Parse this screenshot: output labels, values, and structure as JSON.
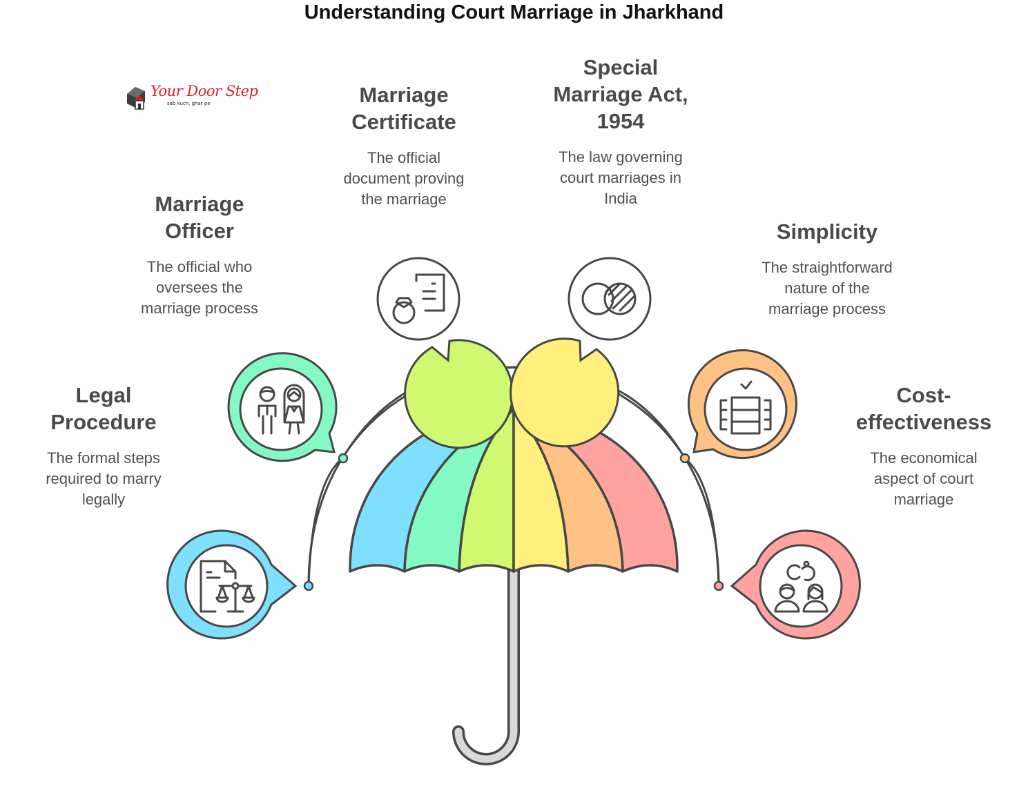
{
  "title": "Understanding Court Marriage in Jharkhand",
  "logo": {
    "brand": "Your Door Step",
    "tagline": "sab kuch, ghar pe"
  },
  "colors": {
    "outline": "#474747",
    "blue": "#7ee0fd",
    "green": "#84f9c3",
    "lime": "#d0f870",
    "yellow": "#fff07d",
    "orange": "#ffc285",
    "red": "#ffa3a1",
    "handle": "#d9d9d9"
  },
  "items": [
    {
      "id": "legal-procedure",
      "heading": "Legal\nProcedure",
      "description": "The formal steps\nrequired to marry\nlegally",
      "icon": "document-scales-icon",
      "color": "#7ee0fd"
    },
    {
      "id": "marriage-officer",
      "heading": "Marriage\nOfficer",
      "description": "The official who\noversees the\nmarriage process",
      "icon": "bride-groom-icon",
      "color": "#84f9c3"
    },
    {
      "id": "marriage-certificate",
      "heading": "Marriage\nCertificate",
      "description": "The official\ndocument proving\nthe marriage",
      "icon": "ring-certificate-icon",
      "color": "#d0f870"
    },
    {
      "id": "special-marriage-act",
      "heading": "Special\nMarriage Act,\n1954",
      "description": "The law governing\ncourt marriages in\nIndia",
      "icon": "overlapping-circles-icon",
      "color": "#fff07d"
    },
    {
      "id": "simplicity",
      "heading": "Simplicity",
      "description": "The straightforward\nnature of the\nmarriage process",
      "icon": "stacked-blocks-check-icon",
      "color": "#ffc285"
    },
    {
      "id": "cost-effectiveness",
      "heading": "Cost-\neffectiveness",
      "description": "The economical\naspect of court\nmarriage",
      "icon": "couple-rings-icon",
      "color": "#ffa3a1"
    }
  ]
}
